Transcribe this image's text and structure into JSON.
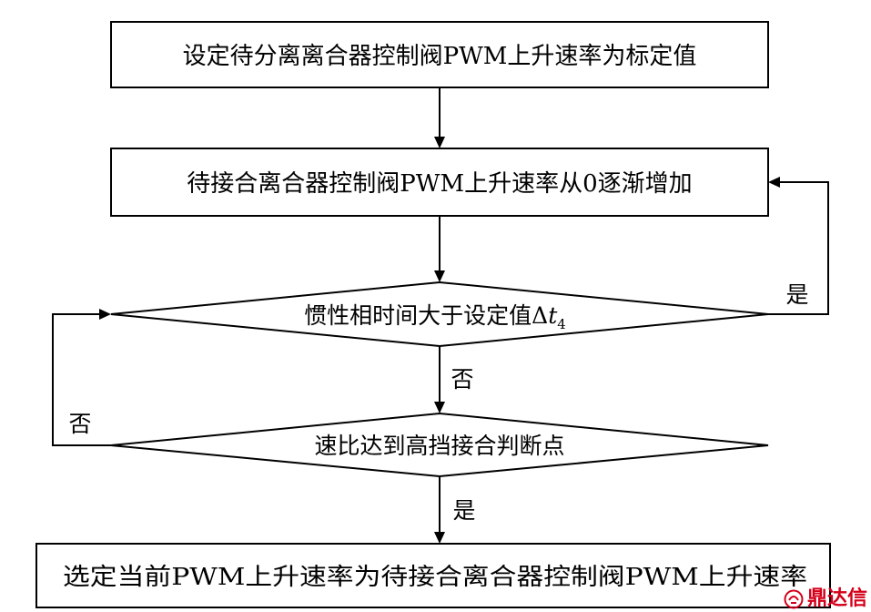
{
  "steps": {
    "step1": "设定待分离离合器控制阀PWM上升速率为标定值",
    "step2": "待接合离合器控制阀PWM上升速率从0逐渐增加",
    "decision1_main": "惯性相时间大于设定值Δ",
    "decision1_symbol": "t",
    "decision1_subscript": "4",
    "decision2": "速比达到高挡接合判断点",
    "final": "选定当前PWM上升速率为待接合离合器控制阀PWM上升速率"
  },
  "branches": {
    "d1_yes": "是",
    "d1_no": "否",
    "d2_no": "否",
    "d2_yes": "是"
  },
  "watermark": {
    "text": "鼎达信",
    "color": "#d4001a"
  }
}
